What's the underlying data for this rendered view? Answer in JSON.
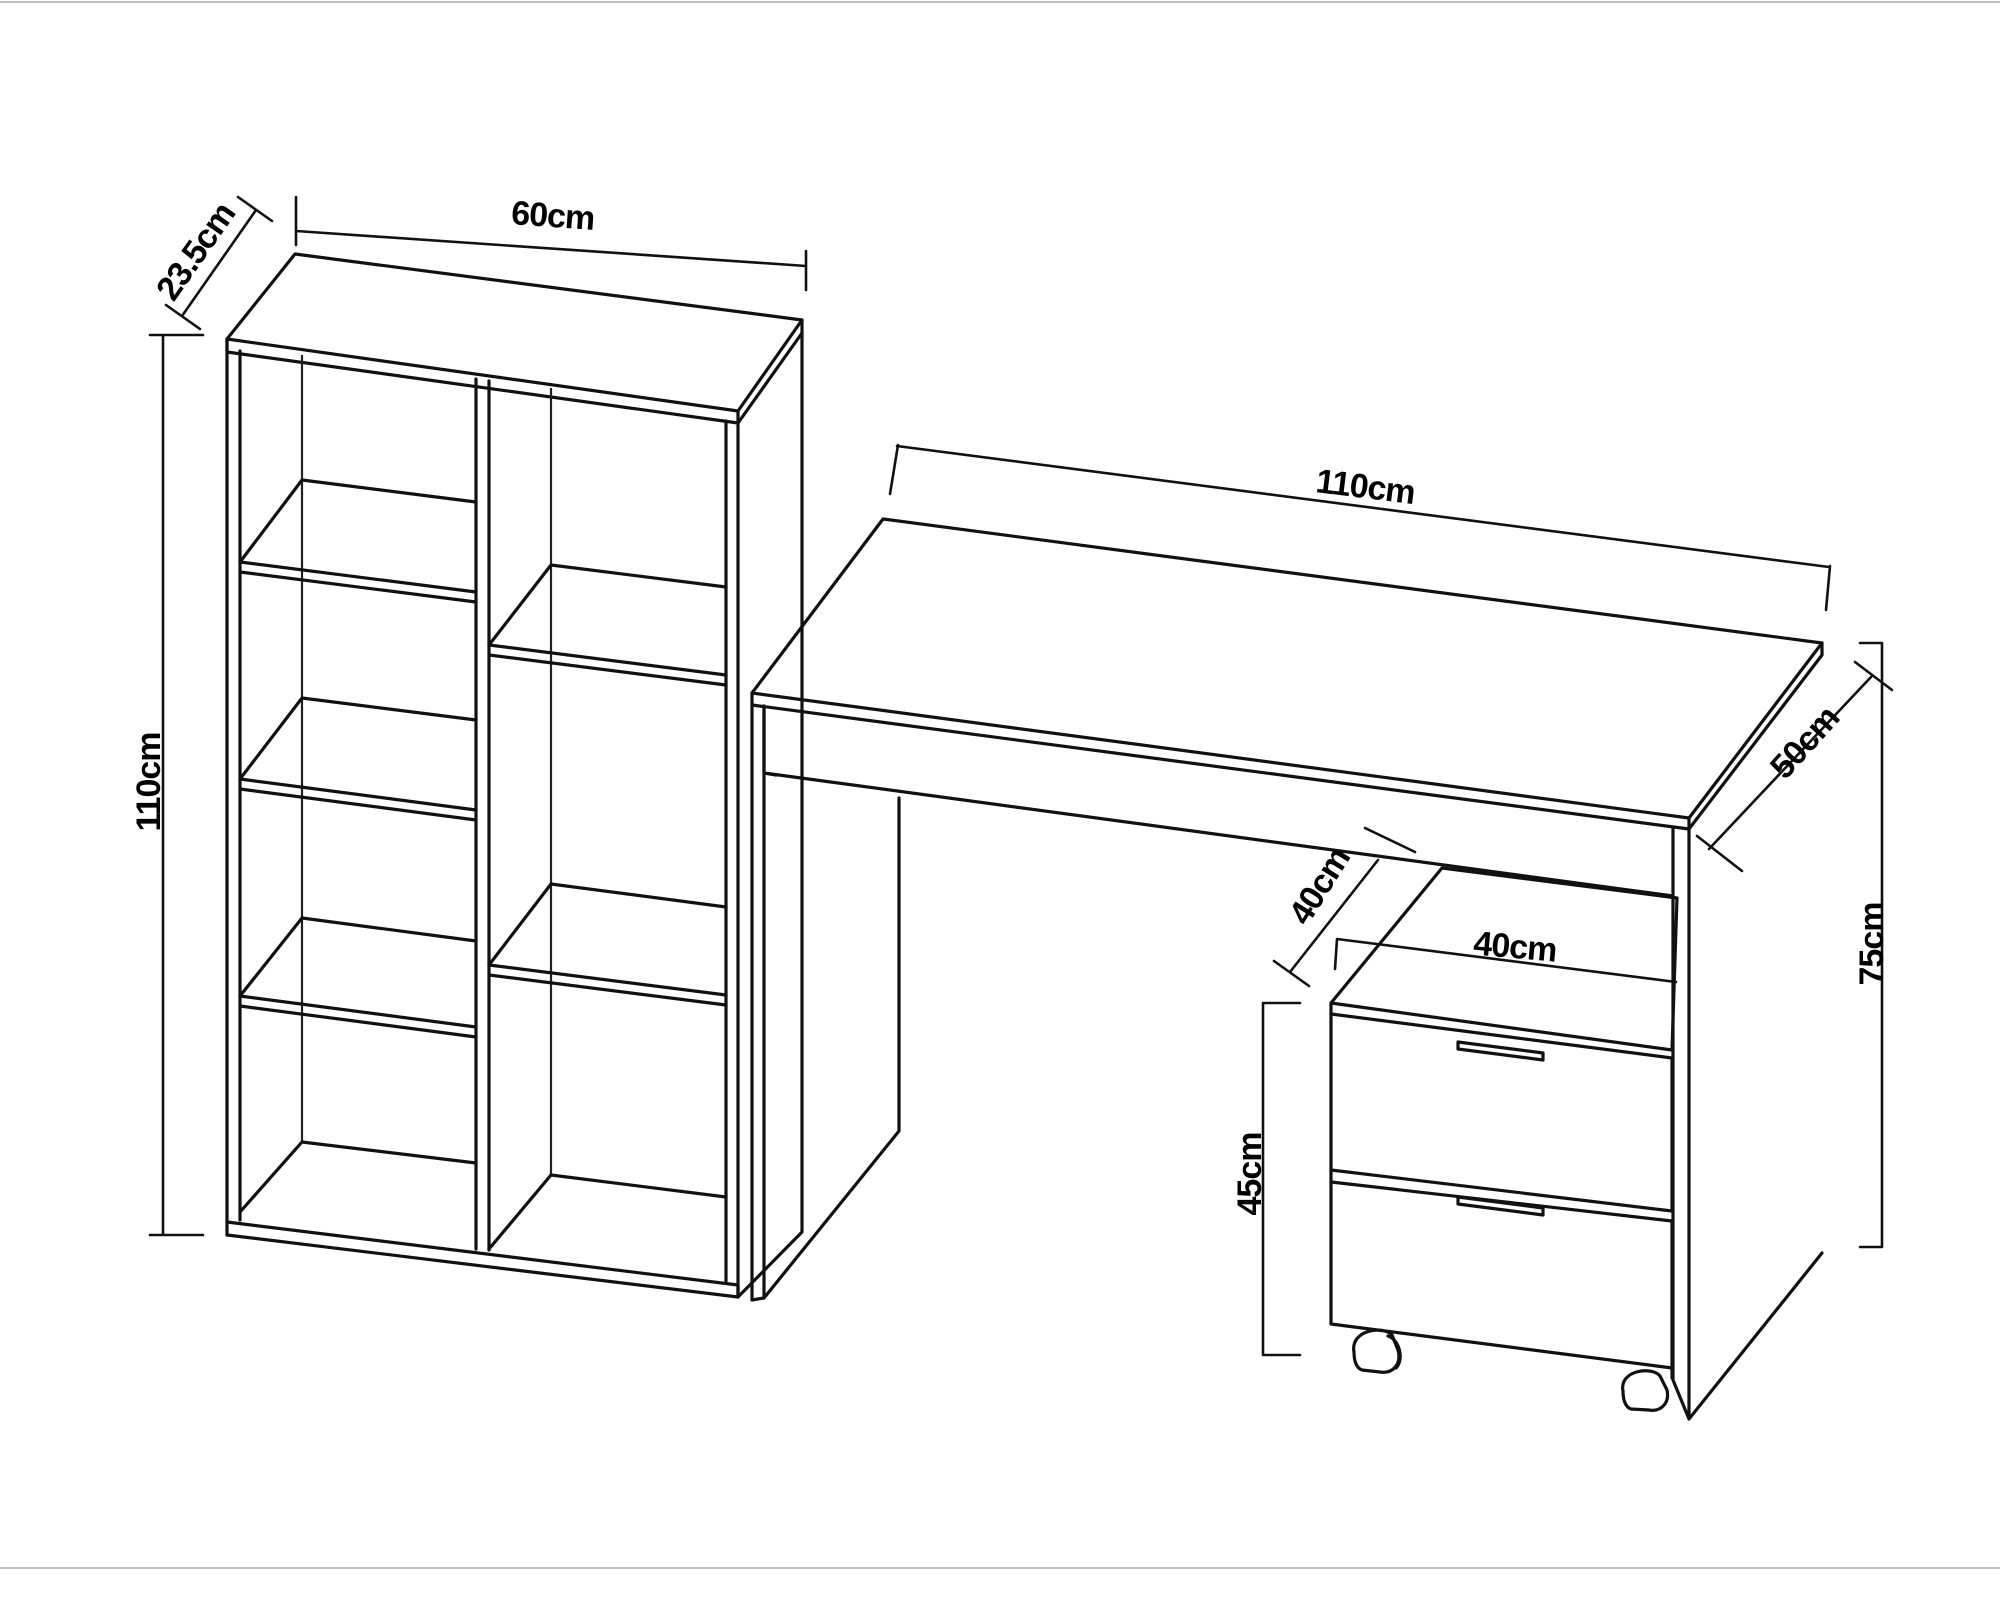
{
  "diagram": {
    "dimensions": {
      "shelf_depth": "23.5cm",
      "shelf_width": "60cm",
      "shelf_height": "110cm",
      "desk_width": "110cm",
      "desk_depth": "50cm",
      "desk_height": "75cm",
      "drawer_depth": "40cm",
      "drawer_width": "40cm",
      "drawer_height": "45cm"
    }
  }
}
